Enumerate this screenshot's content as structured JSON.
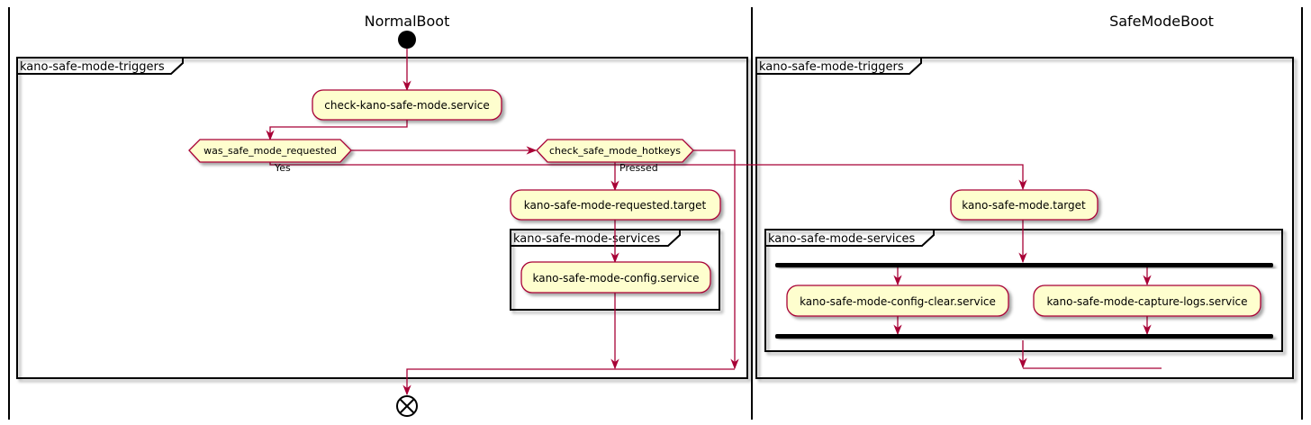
{
  "lanes": [
    {
      "title": "NormalBoot"
    },
    {
      "title": "SafeModeBoot"
    }
  ],
  "frames": {
    "normal_triggers": "kano-safe-mode-triggers",
    "normal_services": "kano-safe-mode-services",
    "safe_triggers": "kano-safe-mode-triggers",
    "safe_services": "kano-safe-mode-services"
  },
  "nodes": {
    "check_service": "check-kano-safe-mode.service",
    "requested_target": "kano-safe-mode-requested.target",
    "config_service": "kano-safe-mode-config.service",
    "safe_target": "kano-safe-mode.target",
    "config_clear": "kano-safe-mode-config-clear.service",
    "capture_logs": "kano-safe-mode-capture-logs.service"
  },
  "decisions": {
    "was_requested": "was_safe_mode_requested",
    "hotkeys": "check_safe_mode_hotkeys"
  },
  "edge_labels": {
    "yes": "Yes",
    "pressed": "Pressed"
  },
  "colors": {
    "node_fill": "#FEFECE",
    "flow": "#A80036",
    "frame": "#000000"
  },
  "icons": {
    "start": "start-node-icon",
    "end": "end-node-icon"
  }
}
